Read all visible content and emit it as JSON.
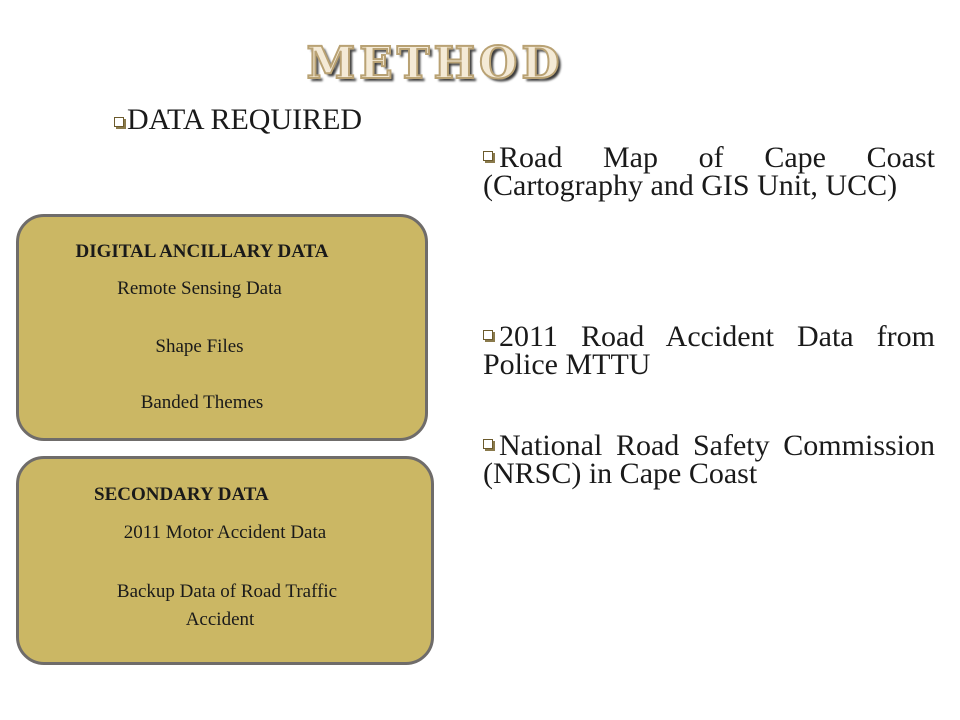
{
  "title": "METHOD",
  "heading": "DATA REQUIRED",
  "boxes": {
    "digital": {
      "header": "DIGITAL ANCILLARY DATA",
      "items": [
        "Remote Sensing Data",
        "Shape Files",
        "Banded Themes"
      ]
    },
    "secondary": {
      "header": "SECONDARY DATA",
      "items": [
        "2011 Motor Accident Data",
        "Backup Data of Road Traffic",
        "Accident"
      ]
    }
  },
  "right_items": [
    "Road Map of Cape Coast (Cartography and GIS Unit, UCC)",
    "2011 Road Accident Data from Police MTTU",
    "National Road Safety Commission (NRSC) in Cape Coast"
  ]
}
